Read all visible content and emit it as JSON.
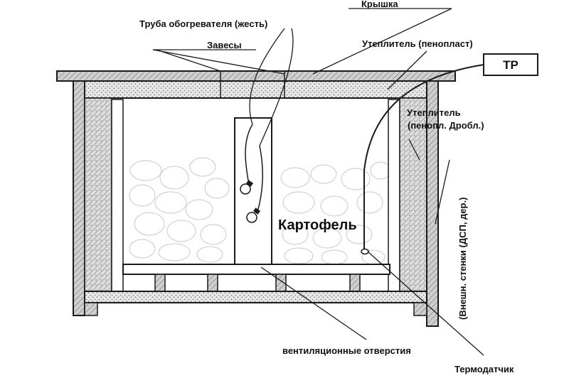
{
  "labels": {
    "heater_pipe": "Труба обогревателя (жесть)",
    "lid": "Крышка",
    "hinges": "Завесы",
    "insulation_foam": "Утеплитель (пенопласт)",
    "tr_box": "ТР",
    "insulation_crumb_1": "Утеплитель",
    "insulation_crumb_2": "(пенопл. Дробл.)",
    "outer_walls": "(Внешн. стенки (ДСП, дер.)",
    "potato": "Картофель",
    "vents": "вентиляционные отверстия",
    "thermo_sensor": "Термодатчик"
  },
  "colors": {
    "line": "#1a1a1a",
    "hatch": "#9a9a9a",
    "background": "#ffffff"
  }
}
